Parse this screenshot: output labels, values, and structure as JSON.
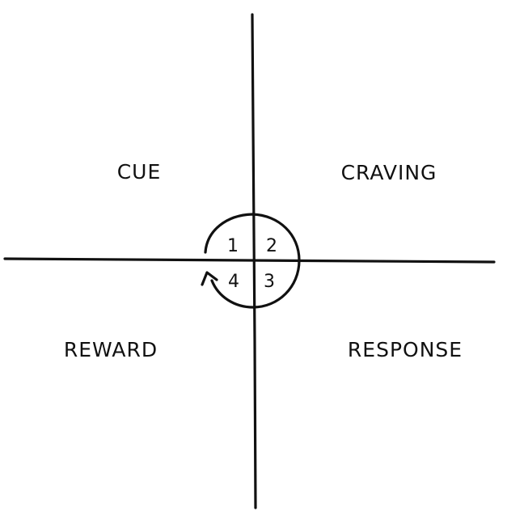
{
  "quadrants": {
    "top_left": "CUE",
    "top_right": "CRAVING",
    "bottom_right": "RESPONSE",
    "bottom_left": "REWARD"
  },
  "steps": [
    "1",
    "2",
    "3",
    "4"
  ],
  "colors": {
    "ink": "#111111",
    "background": "#ffffff"
  }
}
